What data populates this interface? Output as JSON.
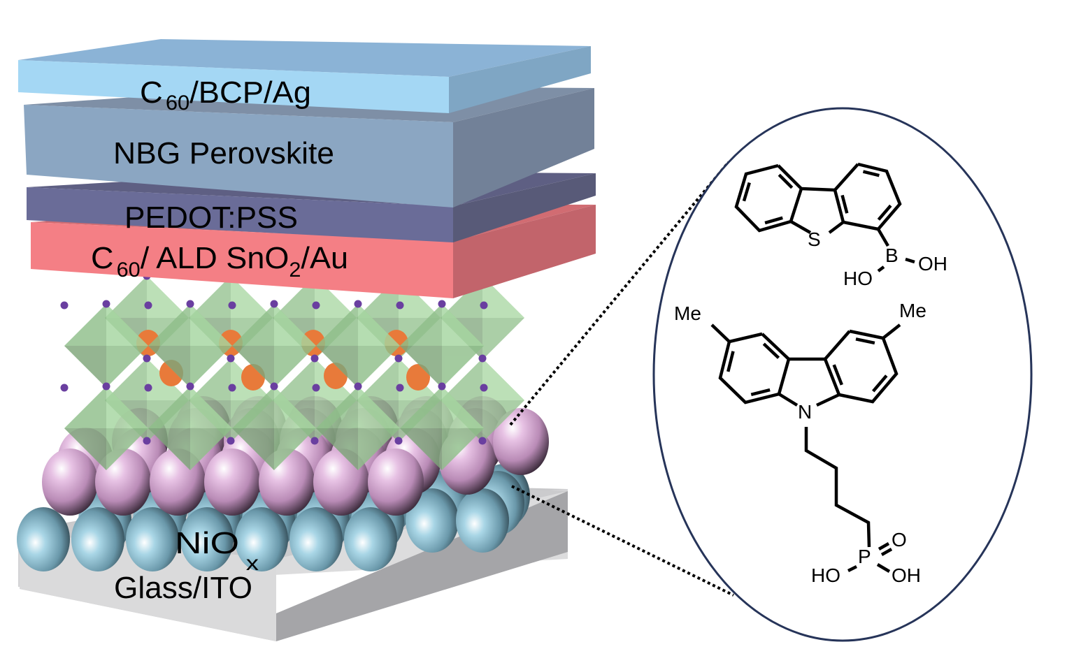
{
  "figure": {
    "type": "device-architecture-schematic",
    "stack_layers": [
      {
        "id": "top-electrode",
        "label_main": "C",
        "label_sub": "60",
        "label_rest": "/BCP/Ag",
        "color_top": "#8db3d6",
        "color_front": "#a3d6f3",
        "color_side": "#7fa6c4"
      },
      {
        "id": "nbg-perovskite",
        "label": "NBG Perovskite",
        "color_top": "#7f93ab",
        "color_front": "#8aa5c2",
        "color_side": "#728198"
      },
      {
        "id": "pedot-pss",
        "label": "PEDOT:PSS",
        "color_top": "#5d5f82",
        "color_front": "#6a6d98",
        "color_side": "#585a78"
      },
      {
        "id": "recombination",
        "label_main": "C",
        "label_sub": "60",
        "label_mid": "/ ALD SnO",
        "label_sub2": "2",
        "label_rest": "/Au",
        "color_top": "#d16c72",
        "color_front": "#f37e84",
        "color_side": "#c2646b"
      }
    ],
    "perovskite_lattice": {
      "octahedron_color": "#8ac486",
      "anion_color": "#6a3fa0",
      "cation_color": "#e87a3a"
    },
    "nio_layer": {
      "label_main": "NiO",
      "label_sub": "x",
      "top_sphere_color": "#c79bc4",
      "bottom_sphere_color": "#6f9fb2"
    },
    "substrate": {
      "label": "Glass/ITO",
      "color_top": "#c9c9cb",
      "color_front": "#dcdcdd",
      "color_side": "#a5a5a8"
    },
    "inset": {
      "border_color": "#263459",
      "molecule_1": {
        "name": "dibenzothiophene-4-boronic acid",
        "atoms": {
          "sulfur": "S",
          "boron": "B",
          "hydroxyl_left": "HO",
          "hydroxyl_right": "OH"
        }
      },
      "molecule_2": {
        "name": "Me-4PACz",
        "atoms": {
          "methyl_left": "Me",
          "methyl_right": "Me",
          "nitrogen": "N",
          "phosphorus": "P",
          "oxo": "O",
          "hydroxyl_left": "HO",
          "hydroxyl_right": "OH"
        }
      }
    }
  }
}
